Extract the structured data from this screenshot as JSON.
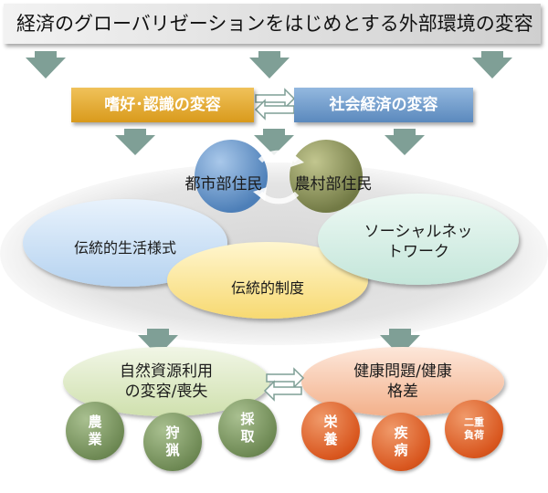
{
  "banner": {
    "text": "経済のグローバリゼーションをはじめとする外部環境の変容"
  },
  "factors": {
    "left": "嗜好･認識の変容",
    "right": "社会経済の変容"
  },
  "residents": {
    "urban": "都市部住民",
    "rural": "農村部住民"
  },
  "core": {
    "lifestyle": "伝統的生活様式",
    "institution": "伝統的制度",
    "network_line1": "ソーシャルネッ",
    "network_line2": "トワーク"
  },
  "outcomes": {
    "resource_line1": "自然資源利用",
    "resource_line2": "の変容/喪失",
    "health_line1": "健康問題/健康",
    "health_line2": "格差"
  },
  "resource_nodes": [
    {
      "line1": "農",
      "line2": "業"
    },
    {
      "line1": "狩",
      "line2": "猟"
    },
    {
      "line1": "採",
      "line2": "取"
    }
  ],
  "health_nodes": [
    {
      "line1": "栄",
      "line2": "養"
    },
    {
      "line1": "疾",
      "line2": "病"
    },
    {
      "line1": "二重",
      "line2": "負荷"
    }
  ],
  "colors": {
    "banner": "#d9d9d9",
    "arrow": "#7f9f96",
    "factor_left": "#e3a82c",
    "factor_right": "#6f9bc9",
    "urban": "#6f9bd0",
    "rural": "#8a9360",
    "core_band": "#dcdcdc",
    "lifestyle": "#cfe3f6",
    "institution": "#fbe79d",
    "network": "#d6efe7",
    "resource": "#dde9c4",
    "health": "#f6c6a8",
    "resource_node": "#6f8a55",
    "health_node": "#d9571f"
  }
}
